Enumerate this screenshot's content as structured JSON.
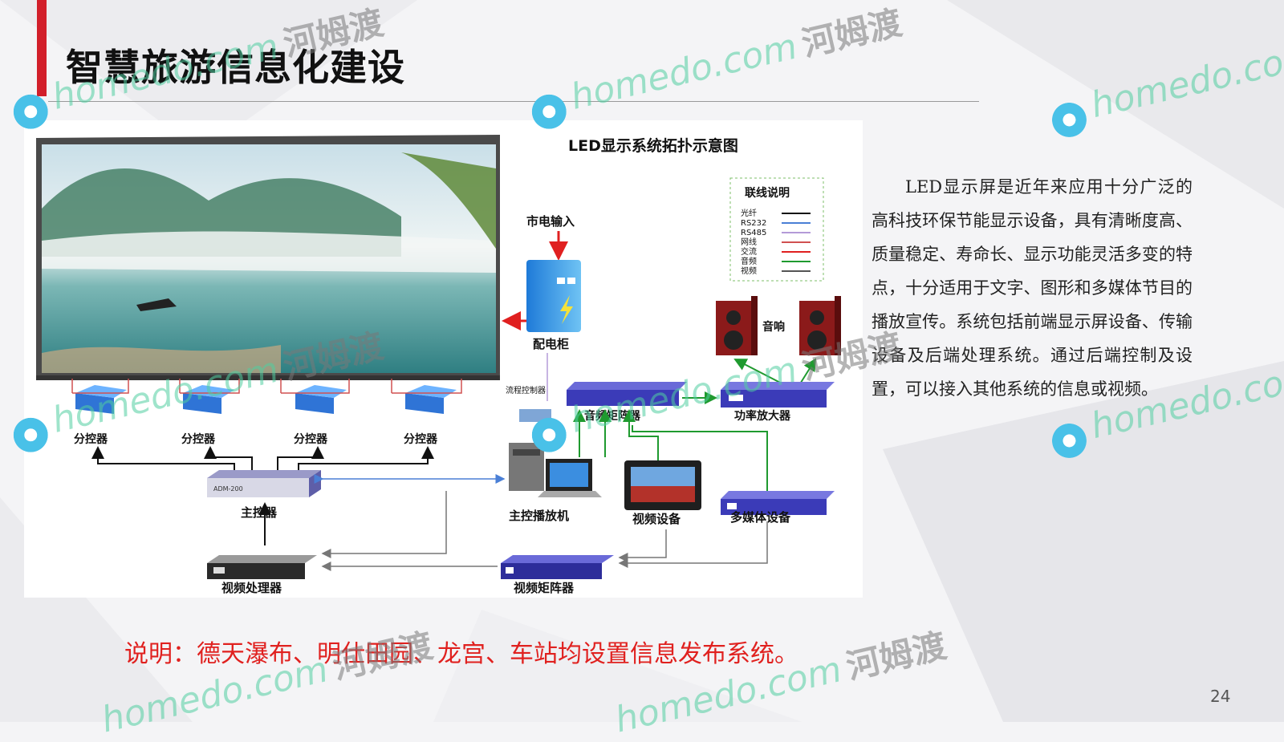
{
  "slide": {
    "title": "智慧旅游信息化建设",
    "page_number": "24",
    "accent_color": "#d21f2a",
    "note": "说明：德天瀑布、明仕田园、龙宫、车站均设置信息发布系统。",
    "note_color": "#e0211f"
  },
  "diagram": {
    "title": "LED显示系统拓扑示意图",
    "legend": {
      "title": "联线说明",
      "items": [
        {
          "label": "光纤",
          "color": "#111111"
        },
        {
          "label": "RS232",
          "color": "#4a7fd6"
        },
        {
          "label": "RS485",
          "color": "#b49ad8"
        },
        {
          "label": "网线",
          "color": "#d05050"
        },
        {
          "label": "交流",
          "color": "#e02020"
        },
        {
          "label": "音频",
          "color": "#1f9a2f"
        },
        {
          "label": "视频",
          "color": "#555555"
        }
      ]
    },
    "nodes": {
      "power_input": "市电输入",
      "power_cabinet": "配电柜",
      "speakers": "音响",
      "flow_control": "流程控制器",
      "audio_matrix": "音频矩阵器",
      "power_amp": "功率放大器",
      "sub_controllers": [
        "分控器",
        "分控器",
        "分控器",
        "分控器"
      ],
      "main_controller": "主控器",
      "main_controller_model": "ADM-200",
      "main_player": "主控播放机",
      "video_device": "视频设备",
      "multimedia_device": "多媒体设备",
      "video_processor": "视频处理器",
      "video_matrix": "视频矩阵器"
    }
  },
  "description": "LED显示屏是近年来应用十分广泛的高科技环保节能显示设备，具有清晰度高、质量稳定、寿命长、显示功能灵活多变的特点，十分适用于文字、图形和多媒体节目的播放宣传。系统包括前端显示屏设备、传输设备及后端处理系统。通过后端控制及设置，可以接入其他系统的信息或视频。",
  "watermark": {
    "text": "homedo.com",
    "cn": "河姆渡",
    "color": "#50cda0"
  }
}
